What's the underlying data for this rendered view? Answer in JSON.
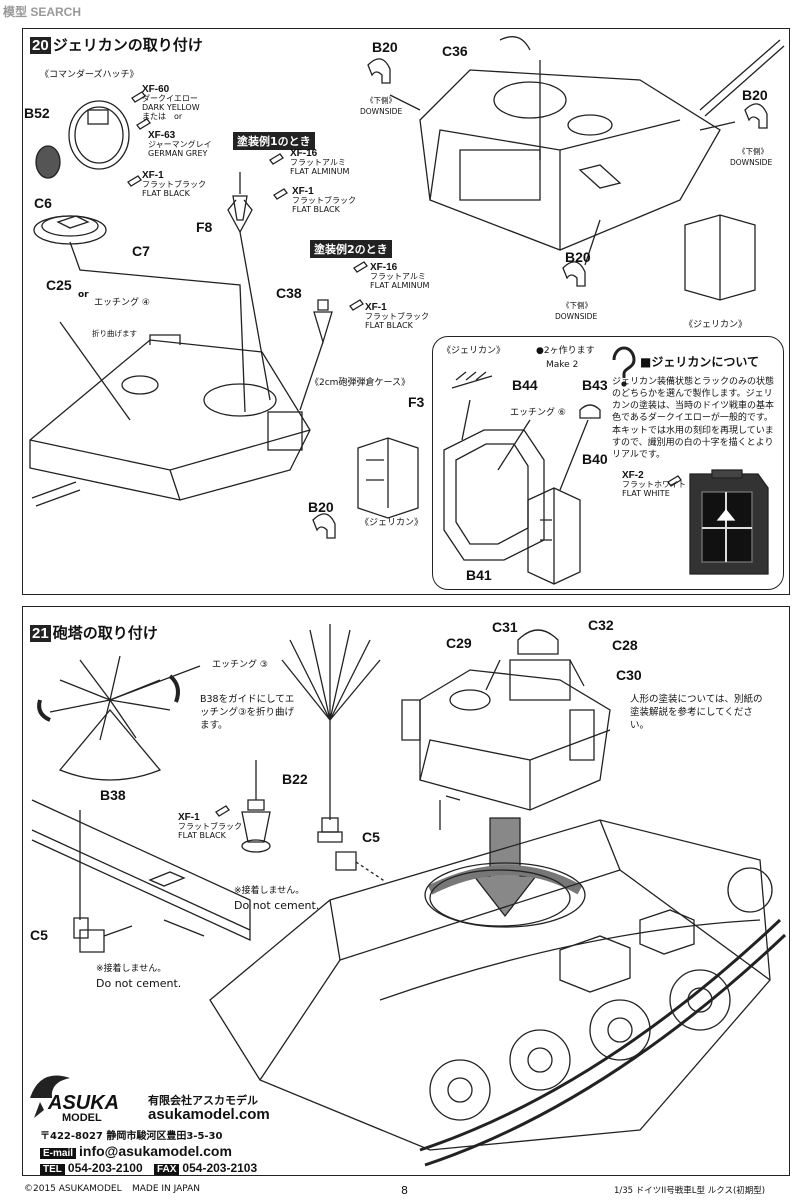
{
  "watermark": "模型 SEARCH",
  "step20": {
    "number": "20",
    "title": "ジェリカンの取り付け",
    "commander_hatch": "《コマンダーズハッチ》",
    "paints_hatch": [
      {
        "code": "XF-60",
        "jp": "ダークイエロー",
        "en": "DARK YELLOW",
        "or": "または　or"
      },
      {
        "code": "XF-63",
        "jp": "ジャーマングレイ",
        "en": "GERMAN GREY"
      },
      {
        "code": "XF-1",
        "jp": "フラットブラック",
        "en": "FLAT BLACK"
      }
    ],
    "scheme1": "塗装例1のとき",
    "scheme1_paints": [
      {
        "code": "XF-16",
        "jp": "フラットアルミ",
        "en": "FLAT ALMINUM"
      },
      {
        "code": "XF-1",
        "jp": "フラットブラック",
        "en": "FLAT BLACK"
      }
    ],
    "scheme2": "塗装例2のとき",
    "scheme2_paints": [
      {
        "code": "XF-16",
        "jp": "フラットアルミ",
        "en": "FLAT ALMINUM"
      },
      {
        "code": "XF-1",
        "jp": "フラットブラック",
        "en": "FLAT BLACK"
      }
    ],
    "parts": {
      "b52": "B52",
      "c6": "C6",
      "c7": "C7",
      "f8": "F8",
      "c25": "C25",
      "c38": "C38",
      "f3": "F3",
      "b20_a": "B20",
      "b20_b": "B20",
      "b20_c": "B20",
      "b20_d": "B20",
      "c36": "C36",
      "b44": "B44",
      "b43": "B43",
      "b40": "B40",
      "b41": "B41"
    },
    "or_mark": "or",
    "etching4": "エッチング ④",
    "fold": "折り曲げます",
    "ammo_case": "《2cm砲弾弾倉ケース》",
    "jerrycan": "《ジェリカン》",
    "downside_jp": "《下側》",
    "downside_en": "DOWNSIDE",
    "box": {
      "jerrycan": "《ジェリカン》",
      "make_jp": "●2ヶ作ります",
      "make_en": "Make 2",
      "etching6": "エッチング ⑥",
      "about_title": "■ジェリカンについて",
      "about_text": "ジェリカン装備状態とラックのみの状態のどちらかを選んで製作します。ジェリカンの塗装は、当時のドイツ戦車の基本色であるダークイエローが一般的です。本キットでは水用の刻印を再現していますので、識別用の白の十字を描くとよりリアルです。",
      "paint_code": "XF-2",
      "paint_jp": "フラットホワイト",
      "paint_en": "FLAT WHITE"
    }
  },
  "step21": {
    "number": "21",
    "title": "砲塔の取り付け",
    "etching3": "エッチング ③",
    "guide_note": "B38をガイドにしてエッチング③を折り曲げます。",
    "parts": {
      "b38": "B38",
      "b22": "B22",
      "c5_a": "C5",
      "c5_b": "C5",
      "c31": "C31",
      "c32": "C32",
      "c29": "C29",
      "c28": "C28",
      "c30": "C30"
    },
    "paint": {
      "code": "XF-1",
      "jp": "フラットブラック",
      "en": "FLAT BLACK"
    },
    "no_cement_jp": "※接着しません。",
    "no_cement_en": "Do not cement.",
    "figure_note": "人形の塗装については、別紙の塗装解説を参考にしてください。"
  },
  "company": {
    "brand": "ASUKA",
    "brand_sub": "MODEL",
    "name_jp": "有限会社アスカモデル",
    "site": "asukamodel.com",
    "address": "〒422-8027 静岡市駿河区豊田3-5-30",
    "email_label": "E-mail",
    "email": "info@asukamodel.com",
    "tel_label": "TEL",
    "tel": "054-203-2100",
    "fax_label": "FAX",
    "fax": "054-203-2103"
  },
  "footer": {
    "copyright": "©2015 ASUKAMODEL",
    "made_in": "MADE IN JAPAN",
    "page": "8",
    "kit": "1/35 ドイツII号戦車L型 ルクス(初期型)"
  }
}
